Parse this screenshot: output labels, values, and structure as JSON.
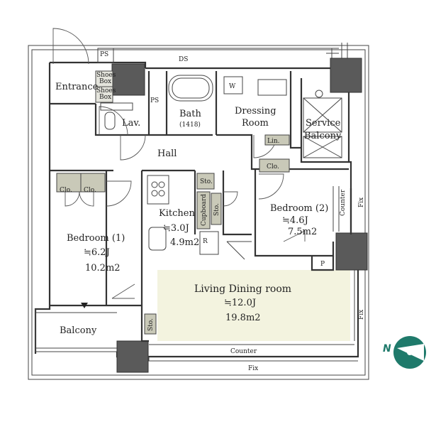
{
  "labels": {
    "ps_top": "PS",
    "ds": "DS",
    "entrance": "Entrance",
    "shoes_box_1": [
      "Shoes",
      "Box"
    ],
    "shoes_box_2": [
      "Shoes",
      "Box"
    ],
    "ps_mid": "PS",
    "w": "W",
    "lav": "Lav.",
    "bath": "Bath",
    "bath_size": "(1418)",
    "dressing_room": [
      "Dressing",
      "Room"
    ],
    "lin": "Lin.",
    "service_balcony": [
      "Service",
      "Balcony"
    ],
    "hall": "Hall",
    "clo_b1_a": "Clo.",
    "clo_b1_b": "Clo.",
    "clo_b2": "Clo.",
    "sto_top": "Sto.",
    "cupboard": "Cupboard",
    "sto_side": "Sto.",
    "kitchen": "Kitchen",
    "kitchen_j": "≒3.0J",
    "kitchen_m2": "4.9m2",
    "r": "R",
    "bedroom1": "Bedroom (1)",
    "bedroom1_j": "≒6.2J",
    "bedroom1_m2": "10.2m2",
    "bedroom2": "Bedroom (2)",
    "bedroom2_j": "≒4.6J",
    "bedroom2_m2": "7.5m2",
    "counter_side": "Counter",
    "fix_side_1": "Fix",
    "p": "P",
    "living": "Living Dining room",
    "living_j": "≒12.0J",
    "living_m2": "19.8m2",
    "fix_side_2": "Fix",
    "sto_bottom": "Sto.",
    "balcony": "Balcony",
    "counter_bottom": "Counter",
    "fix_bottom": "Fix",
    "north": "N"
  },
  "colors": {
    "living_floor": "#f3f3df",
    "compass": "#1f7a6b",
    "pillar": "#5a5a5a",
    "closet": "#c9c9b8"
  }
}
